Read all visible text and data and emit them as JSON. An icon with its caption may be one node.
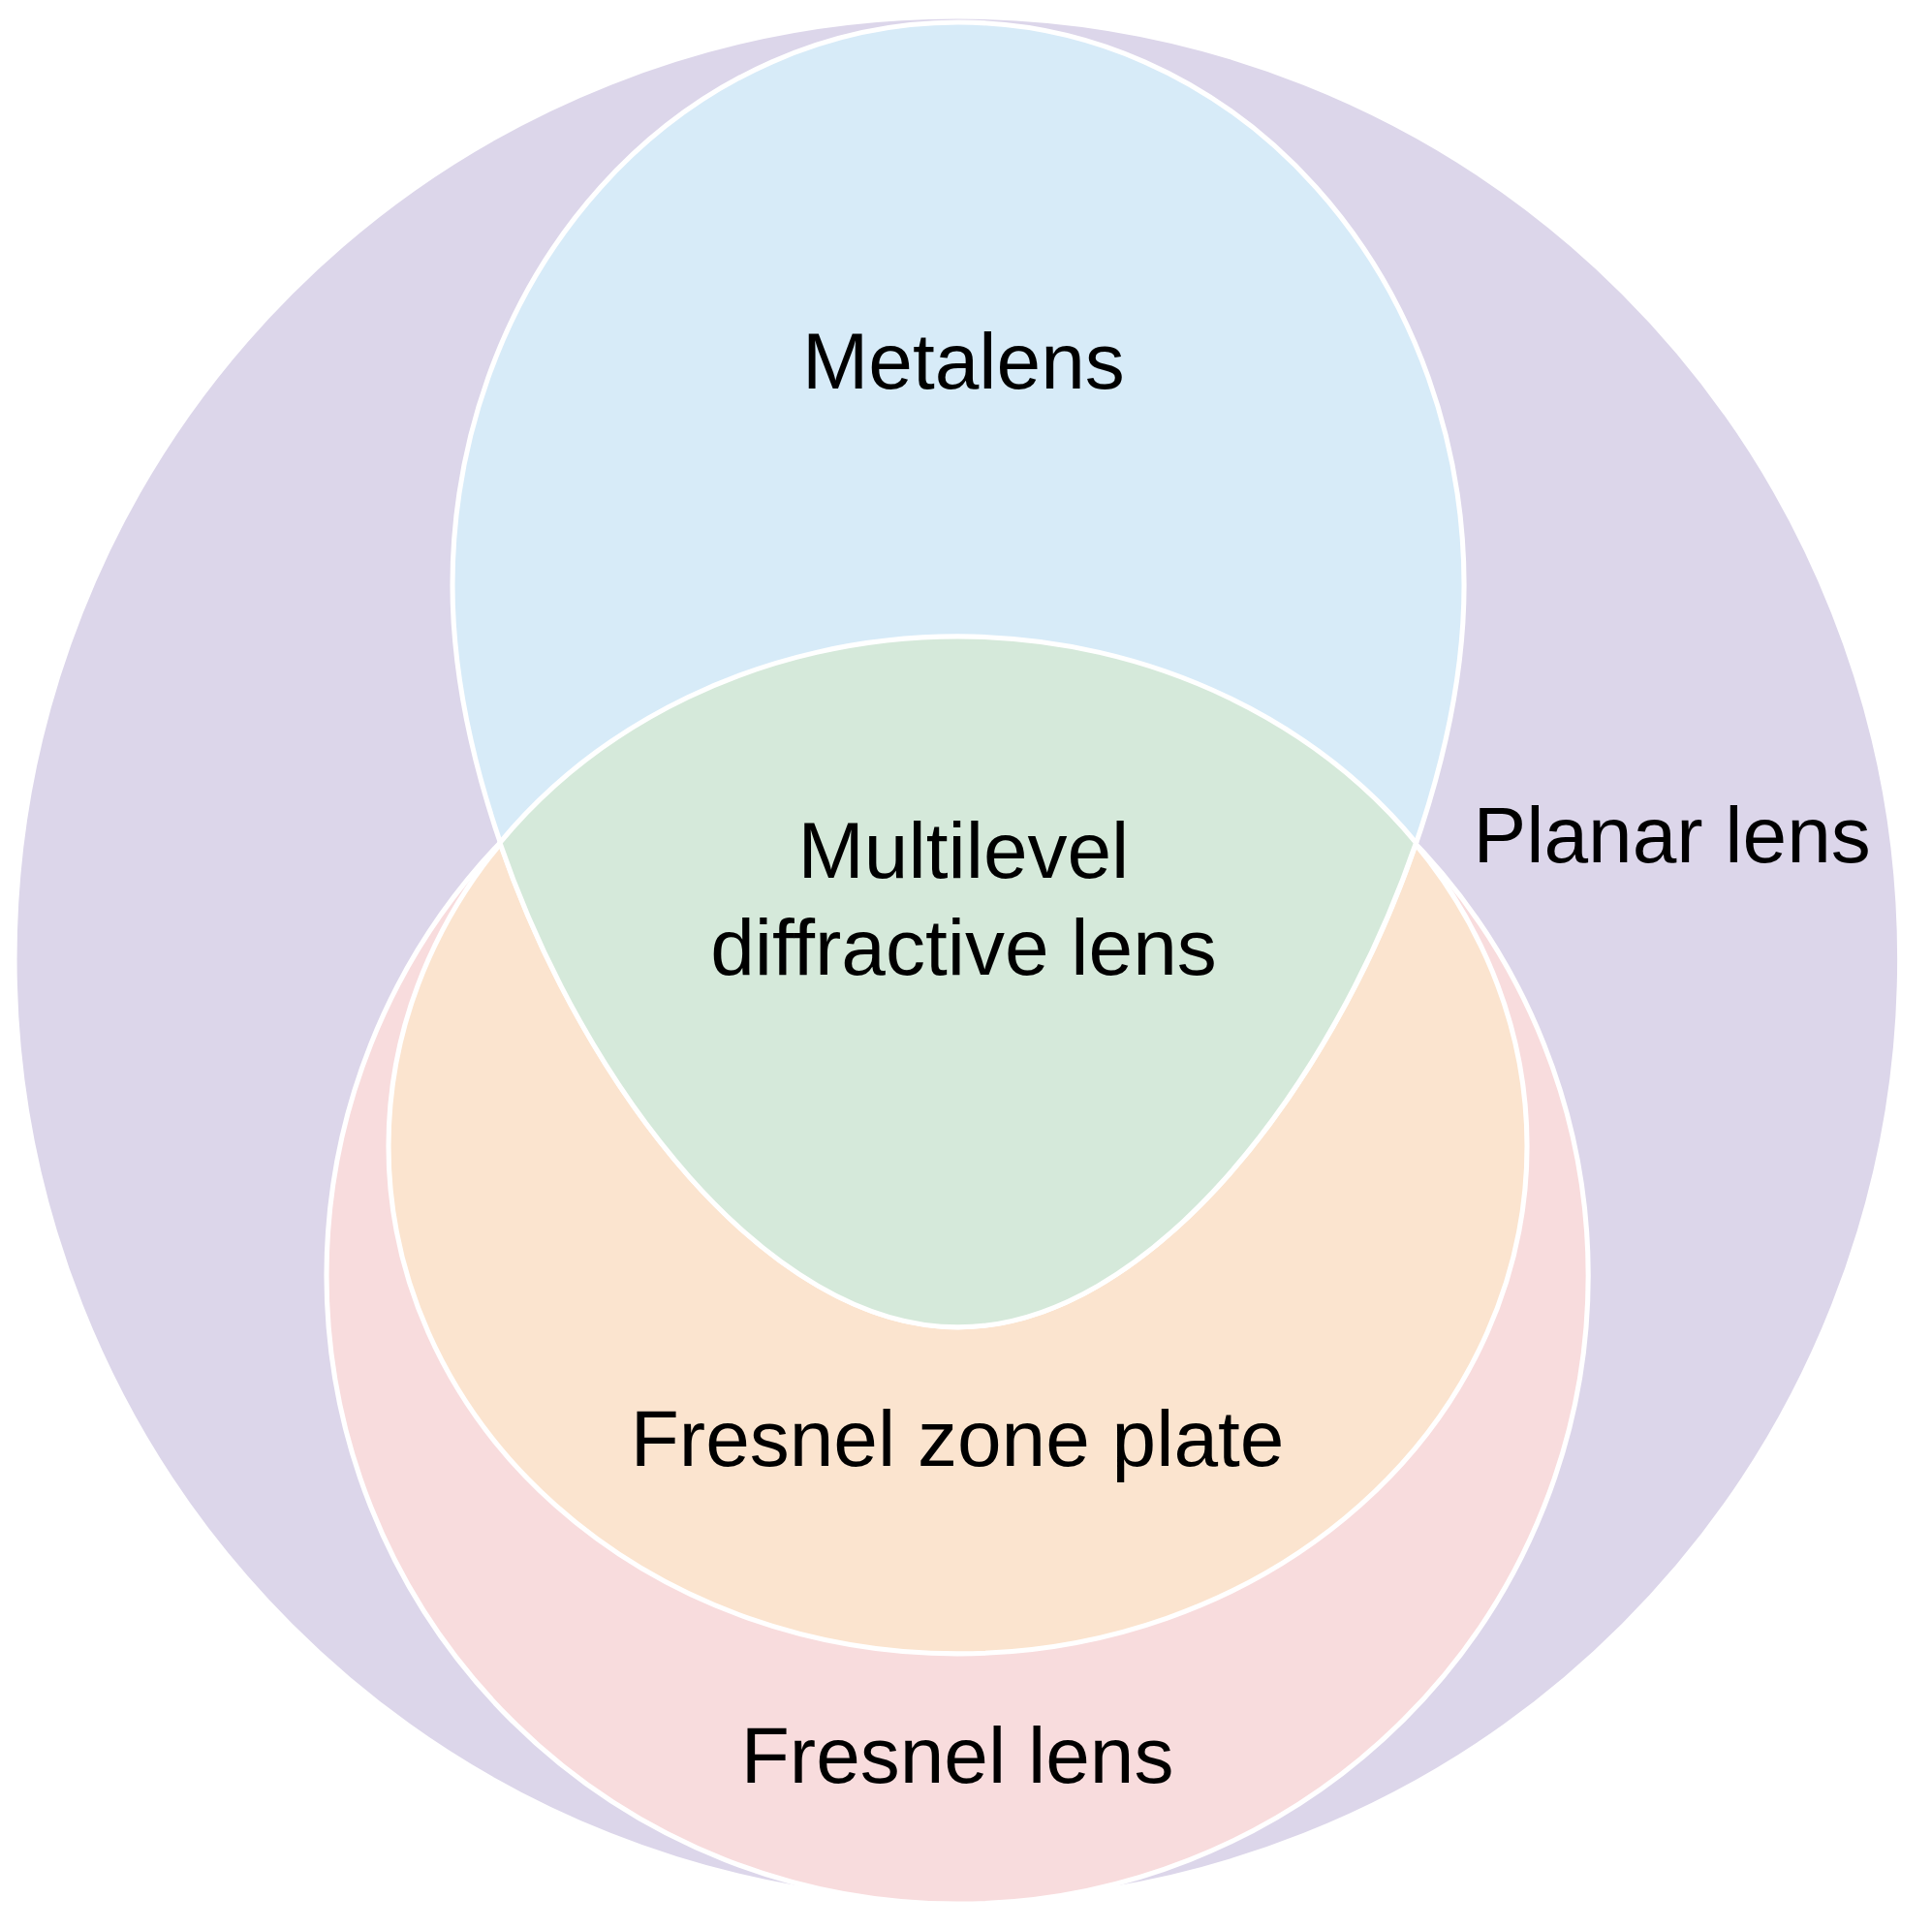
{
  "diagram": {
    "nodes": [
      {
        "text": [
          "Planar lens"
        ]
      },
      {
        "text": [
          "Metalens"
        ],
        "in": 0
      },
      {
        "text": [
          "Multilevel diffractive lens"
        ]
      },
      {
        "text": [
          "Fresnel lens"
        ],
        "in": 0
      },
      {
        "text": [
          "Fresnel zone plate"
        ],
        "in": 3
      }
    ],
    "edges": []
  }
}
